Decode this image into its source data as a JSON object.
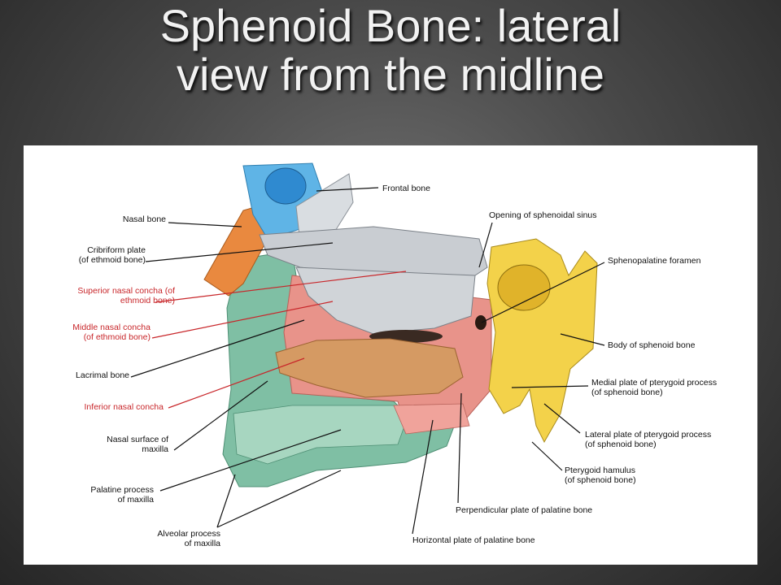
{
  "slide": {
    "title_line1": "Sphenoid Bone: lateral",
    "title_line2": "view from the midline"
  },
  "labels": {
    "frontal_bone": "Frontal bone",
    "nasal_bone": "Nasal bone",
    "cribriform_plate": [
      "Cribriform plate",
      "(of ethmoid bone)"
    ],
    "superior_nasal_concha": [
      "Superior nasal concha (of",
      "ethmoid bone)"
    ],
    "middle_nasal_concha": [
      "Middle nasal concha",
      "(of ethmoid bone)"
    ],
    "lacrimal_bone": "Lacrimal bone",
    "inferior_nasal_concha": "Inferior nasal concha",
    "nasal_surface_maxilla": [
      "Nasal surface of",
      "maxilla"
    ],
    "palatine_process_maxilla": [
      "Palatine process",
      "of maxilla"
    ],
    "alveolar_process_maxilla": [
      "Alveolar process",
      "of maxilla"
    ],
    "opening_sphenoidal_sinus": "Opening of sphenoidal sinus",
    "sphenopalatine_foramen": "Sphenopalatine foramen",
    "body_sphenoid": "Body of sphenoid bone",
    "medial_plate": [
      "Medial plate of pterygoid process",
      "(of sphenoid bone)"
    ],
    "lateral_plate": [
      "Lateral plate of pterygoid process",
      "(of sphenoid bone)"
    ],
    "pterygoid_hamulus": [
      "Pterygoid hamulus",
      "(of sphenoid bone)"
    ],
    "perpendicular_plate": "Perpendicular plate of  palatine bone",
    "horizontal_plate": "Horizontal plate of palatine bone"
  },
  "colors": {
    "highlight_label": "#c8262a",
    "frontal_bone": "#5fb4e6",
    "nasal_bone": "#e9893f",
    "ethmoid": "#c9cdd2",
    "maxilla": "#7fbfa4",
    "palatine": "#e8938a",
    "sphenoid": "#f3d24a",
    "inferior_concha": "#d59a63"
  }
}
